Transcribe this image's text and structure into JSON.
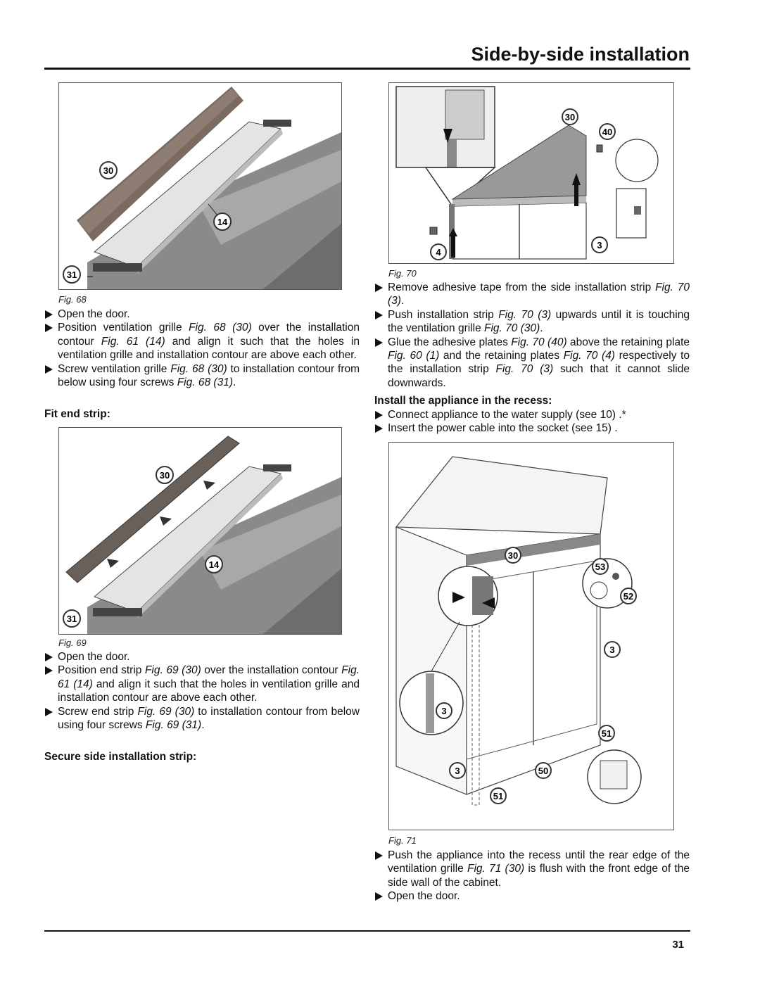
{
  "header": {
    "title": "Side-by-side installation"
  },
  "page_number": "31",
  "left": {
    "fig68": {
      "caption": "Fig. 68",
      "labels": [
        "30",
        "14",
        "31"
      ]
    },
    "steps68": [
      {
        "text": "Open the door."
      },
      {
        "pre": "Position ventilation grille ",
        "ref1": "Fig. 68 (30)",
        "mid": " over the installation contour ",
        "ref2": "Fig. 61 (14)",
        "post": " and align it such that the holes in ventilation grille and installation contour are above each other."
      },
      {
        "pre": "Screw ventilation grille ",
        "ref1": "Fig. 68 (30)",
        "mid": " to installation contour from below using four screws ",
        "ref2": "Fig. 68 (31)",
        "post": "."
      }
    ],
    "heading_fit": "Fit end strip:",
    "fig69": {
      "caption": "Fig. 69",
      "labels": [
        "30",
        "14",
        "31"
      ]
    },
    "steps69": [
      {
        "text": "Open the door."
      },
      {
        "pre": "Position end strip ",
        "ref1": "Fig. 69 (30)",
        "mid": " over the installation contour ",
        "ref2": "Fig. 61 (14)",
        "post": " and align it such that the holes in ventilation grille and installation contour are above each other."
      },
      {
        "pre": "Screw end strip ",
        "ref1": "Fig. 69 (30)",
        "mid": " to installation contour from below using four screws ",
        "ref2": "Fig. 69 (31)",
        "post": "."
      }
    ],
    "heading_secure": "Secure side installation strip:"
  },
  "right": {
    "fig70": {
      "caption": "Fig. 70",
      "labels": [
        "30",
        "40",
        "3",
        "4"
      ]
    },
    "steps70": [
      {
        "pre": "Remove adhesive tape from the side installation strip ",
        "ref1": "Fig. 70 (3)",
        "post": "."
      },
      {
        "pre": "Push installation strip ",
        "ref1": "Fig. 70 (3)",
        "mid": " upwards until it is touching the ventilation grille ",
        "ref2": "Fig. 70 (30)",
        "post": "."
      },
      {
        "pre": "Glue the adhesive plates ",
        "ref1": "Fig. 70 (40)",
        "mid": " above the retaining plate ",
        "ref2": "Fig. 60 (1)",
        "mid2": " and the retaining plates ",
        "ref3": "Fig. 70 (4)",
        "mid3": " respectively to the installation strip ",
        "ref4": "Fig. 70 (3)",
        "post": " such that it cannot slide downwards."
      }
    ],
    "heading_install": "Install the appliance in the recess:",
    "steps_install": [
      {
        "text": "Connect appliance to the water supply  (see 10) .*"
      },
      {
        "text": "Insert the power cable into the socket  (see 15) ."
      }
    ],
    "fig71": {
      "caption": "Fig. 71",
      "labels": [
        "30",
        "53",
        "52",
        "3",
        "3",
        "51",
        "3",
        "50",
        "51"
      ]
    },
    "steps71": [
      {
        "pre": "Push the appliance into the recess until the rear edge of the ventilation grille ",
        "ref1": "Fig. 71 (30)",
        "post": " is flush with the front edge of the side wall of the cabinet."
      },
      {
        "text": "Open the door."
      }
    ]
  }
}
